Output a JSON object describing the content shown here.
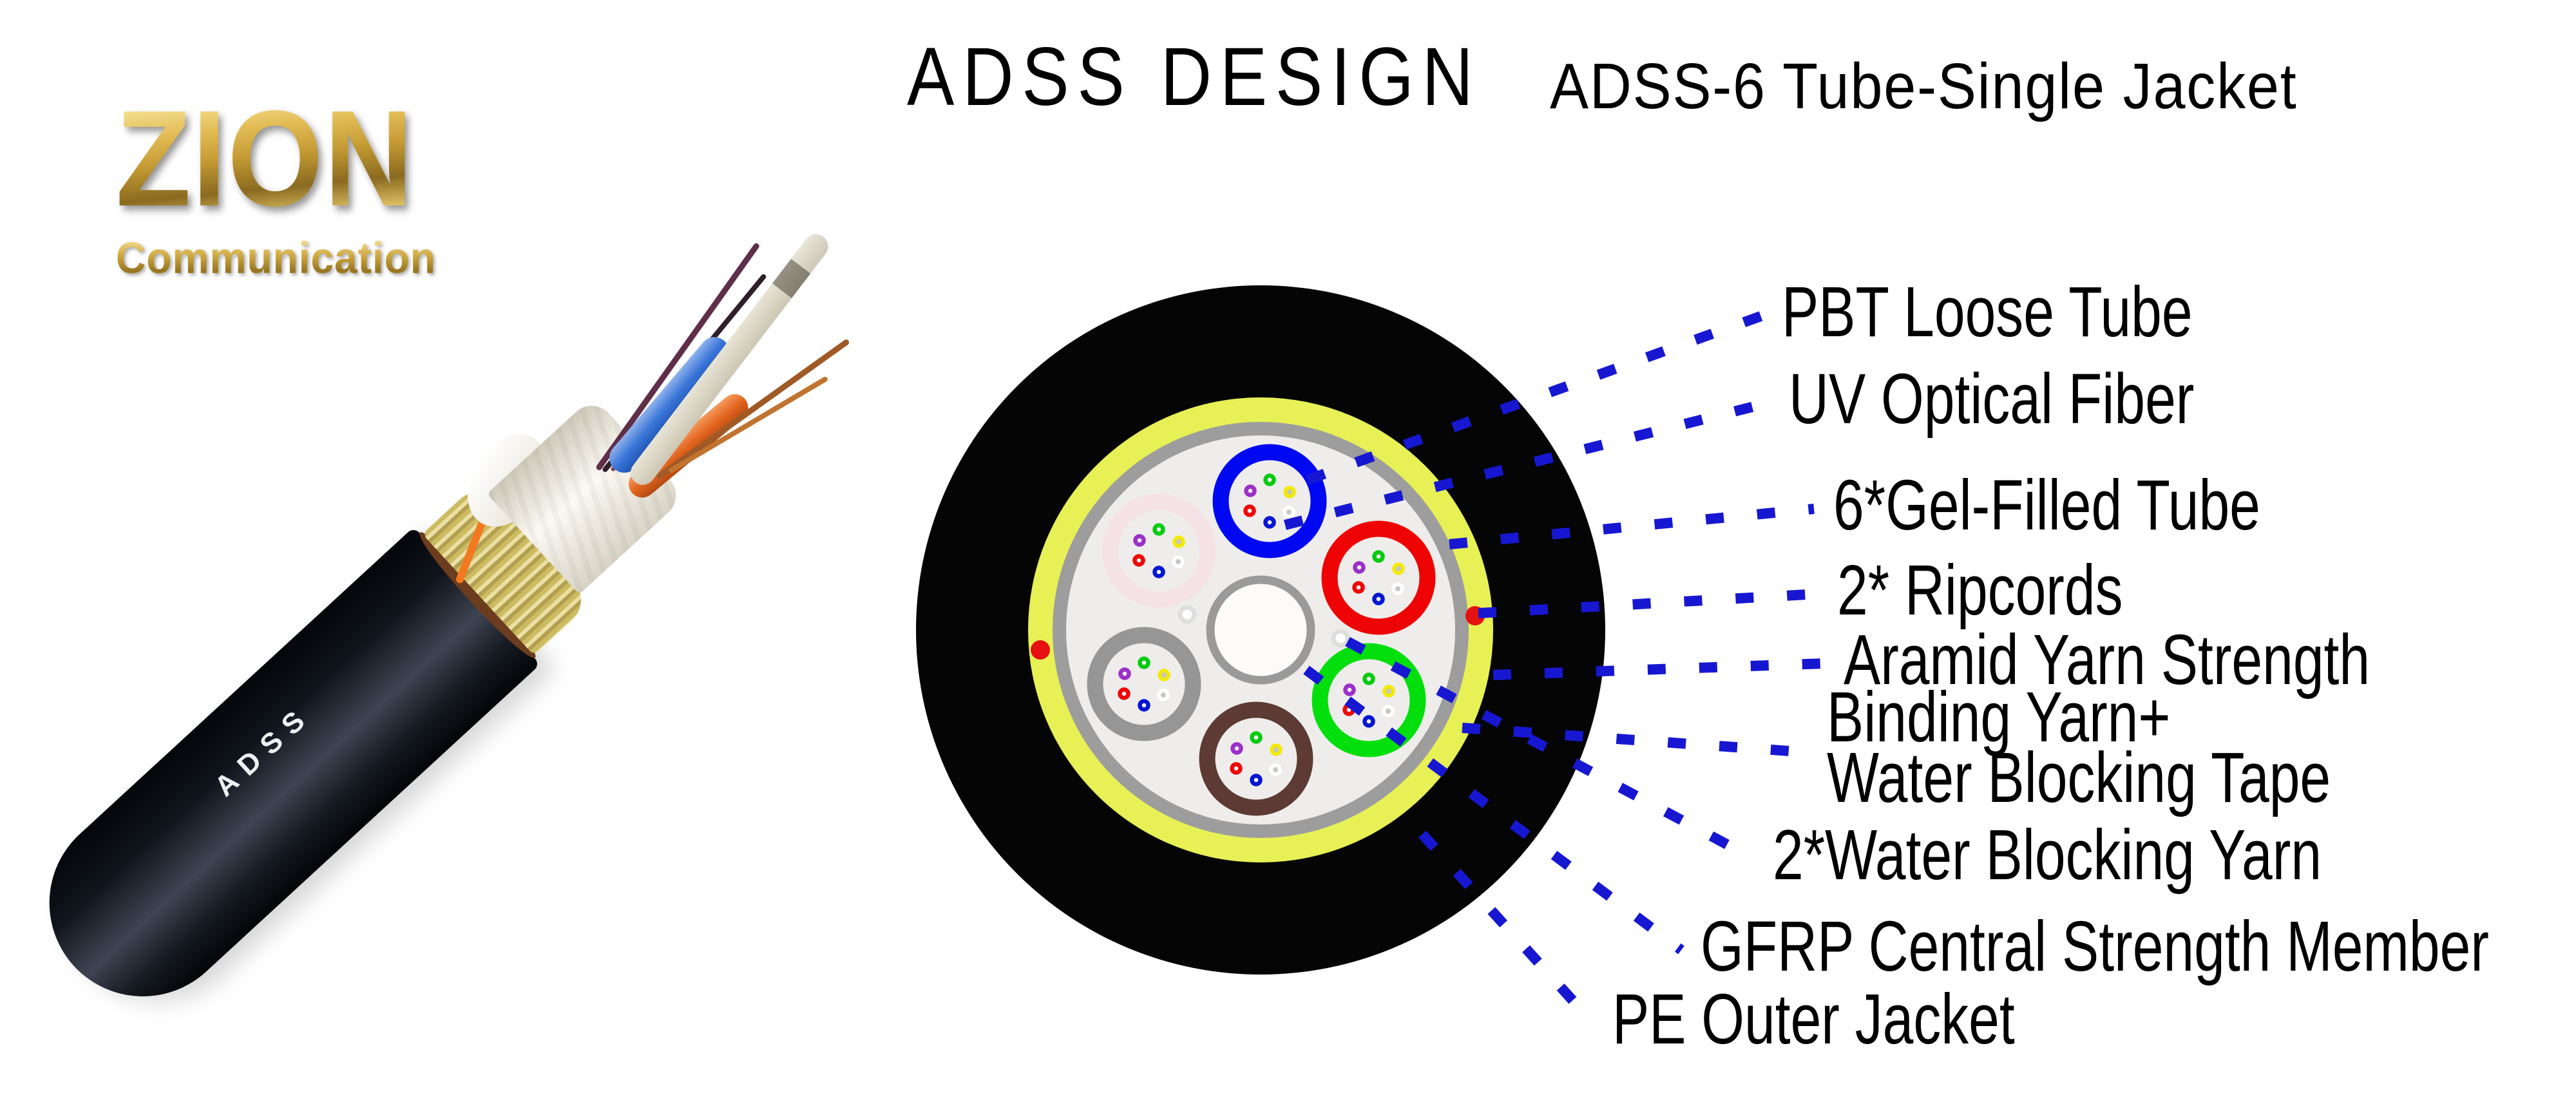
{
  "logo": {
    "brand": "ZION",
    "subtitle": "Communication",
    "gold_color": "#c9a43a"
  },
  "header": {
    "title": "ADSS DESIGN",
    "subtitle": "ADSS-6 Tube-Single Jacket"
  },
  "cable_photo": {
    "jacket_print": "ADSS"
  },
  "diagram": {
    "callouts": {
      "pbt": "PBT Loose Tube",
      "uv": "UV Optical Fiber",
      "gel": "6*Gel-Filled Tube",
      "ripcords": "2* Ripcords",
      "aramid": "Aramid Yarn Strength",
      "binding_line1": "Binding Yarn+",
      "binding_line2": "Water Blocking Tape",
      "water_yarn": "2*Water Blocking Yarn",
      "gfrp": "GFRP Central Strength Member",
      "pe": "PE Outer Jacket"
    },
    "tube_count": 6,
    "fibers_per_tube": 6,
    "tubes": [
      {
        "name": "blue",
        "color": "#0008f2"
      },
      {
        "name": "red",
        "color": "#ee0404"
      },
      {
        "name": "green",
        "color": "#02df0c"
      },
      {
        "name": "brown",
        "color": "#5d3a34"
      },
      {
        "name": "gray",
        "color": "#969696"
      },
      {
        "name": "pink",
        "color": "#f5e2e7"
      }
    ],
    "fiber_colors": [
      {
        "name": "purple",
        "color": "#9b30c8"
      },
      {
        "name": "green",
        "color": "#07cb10"
      },
      {
        "name": "yellow",
        "color": "#f2ea06"
      },
      {
        "name": "red",
        "color": "#ee0808"
      },
      {
        "name": "blue",
        "color": "#0416d2"
      },
      {
        "name": "white",
        "color": "#ffffff"
      }
    ],
    "colors": {
      "leader_line": "#1717d2",
      "pe_jacket": "#050505",
      "aramid_ring": "#e7f156",
      "tape_ring": "#9d9d9d",
      "inner_area": "#efedeb",
      "central_fill": "#fdfbf9",
      "central_stroke": "#9a9a9a",
      "ripcord_dot": "#e61212",
      "water_yarn_dot": "#dedede",
      "tube_blue": "#0008f2",
      "tube_red": "#ee0404",
      "tube_green": "#02df0c",
      "tube_brown": "#5d3a34",
      "tube_gray": "#969696",
      "tube_pink": "#f5e2e7"
    }
  }
}
